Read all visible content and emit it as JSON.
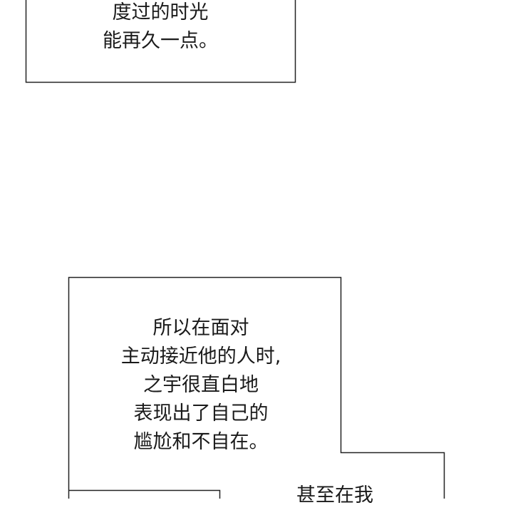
{
  "panels": {
    "top_caption": {
      "lines": [
        "度过的时光",
        "能再久一点。"
      ]
    },
    "middle_caption": {
      "lines": [
        "所以在面对",
        "主动接近他的人时,",
        "之宇很直白地",
        "表现出了自己的",
        "尴尬和不自在。"
      ]
    },
    "bottom_caption": {
      "lines": [
        "甚至在我"
      ]
    }
  },
  "colors": {
    "border": "#222222",
    "text": "#1a1a1a",
    "background": "#ffffff"
  }
}
